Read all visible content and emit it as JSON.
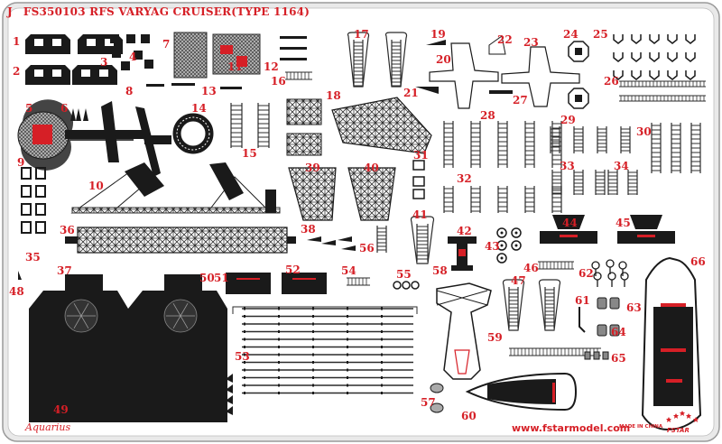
{
  "sheet": {
    "letter": "J",
    "title": "FS350103 RFS VARYAG CRUISER(TYPE 1164)",
    "signature": "Aquarius",
    "website": "www.fstarmodel.com",
    "made_in": "MADE IN CHINA",
    "logo_text": "FSTAR"
  },
  "parts": [
    {
      "n": "1"
    },
    {
      "n": "2"
    },
    {
      "n": "3"
    },
    {
      "n": "4"
    },
    {
      "n": "5"
    },
    {
      "n": "6"
    },
    {
      "n": "7"
    },
    {
      "n": "8"
    },
    {
      "n": "9"
    },
    {
      "n": "10"
    },
    {
      "n": "11"
    },
    {
      "n": "12"
    },
    {
      "n": "13"
    },
    {
      "n": "14"
    },
    {
      "n": "15"
    },
    {
      "n": "16"
    },
    {
      "n": "17"
    },
    {
      "n": "18"
    },
    {
      "n": "19"
    },
    {
      "n": "20"
    },
    {
      "n": "21"
    },
    {
      "n": "22"
    },
    {
      "n": "23"
    },
    {
      "n": "24"
    },
    {
      "n": "25"
    },
    {
      "n": "26"
    },
    {
      "n": "27"
    },
    {
      "n": "28"
    },
    {
      "n": "29"
    },
    {
      "n": "30"
    },
    {
      "n": "31"
    },
    {
      "n": "32"
    },
    {
      "n": "33"
    },
    {
      "n": "34"
    },
    {
      "n": "35"
    },
    {
      "n": "36"
    },
    {
      "n": "37"
    },
    {
      "n": "38"
    },
    {
      "n": "39"
    },
    {
      "n": "40"
    },
    {
      "n": "41"
    },
    {
      "n": "42"
    },
    {
      "n": "43"
    },
    {
      "n": "44"
    },
    {
      "n": "45"
    },
    {
      "n": "46"
    },
    {
      "n": "47"
    },
    {
      "n": "48"
    },
    {
      "n": "49"
    },
    {
      "n": "50"
    },
    {
      "n": "51"
    },
    {
      "n": "52"
    },
    {
      "n": "53"
    },
    {
      "n": "54"
    },
    {
      "n": "55"
    },
    {
      "n": "56"
    },
    {
      "n": "57"
    },
    {
      "n": "58"
    },
    {
      "n": "59"
    },
    {
      "n": "60"
    },
    {
      "n": "61"
    },
    {
      "n": "62"
    },
    {
      "n": "63"
    },
    {
      "n": "64"
    },
    {
      "n": "65"
    },
    {
      "n": "66"
    }
  ],
  "colors": {
    "background": "#ffffff",
    "frame": "#e9e9e9",
    "frame_edge": "#9a9a9a",
    "part_fill": "#1a1a1a",
    "part_line": "#2b2b2b",
    "accent": "#d61f26"
  }
}
